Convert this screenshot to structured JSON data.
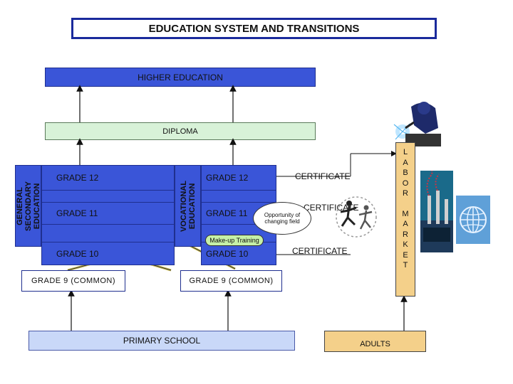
{
  "title": "EDUCATION SYSTEM AND TRANSITIONS",
  "higher_education": "HIGHER EDUCATION",
  "diploma": "DIPLOMA",
  "general_track": {
    "label": "GENERAL SECONDARY EDUCATION",
    "grades": [
      "GRADE 12",
      "GRADE 11",
      "GRADE 10"
    ]
  },
  "vocational_track": {
    "label": "VOCATIONAL EDUCATION",
    "grades": [
      "GRADE 12",
      "GRADE 11",
      "GRADE 10"
    ]
  },
  "certificates": [
    "CERTIFICATE",
    "CERTIFICATE",
    "CERTIFICATE"
  ],
  "opportunity_bubble": "Opportunity of changing field",
  "makeup_training": "Make-up Training",
  "grade9_left": "GRADE 9 (COMMON)",
  "grade9_right": "GRADE 9 (COMMON)",
  "primary_school": "PRIMARY SCHOOL",
  "adults": "ADULTS",
  "labor_market": "LABOR MARKET",
  "colors": {
    "band_blue": "#3a55d8",
    "diploma_green": "#d8f2d8",
    "labor_orange": "#f4d08a",
    "primary_blue": "#c9d8f8"
  },
  "icons": [
    "welder-image",
    "industry-image",
    "runners-image",
    "globe-image"
  ]
}
